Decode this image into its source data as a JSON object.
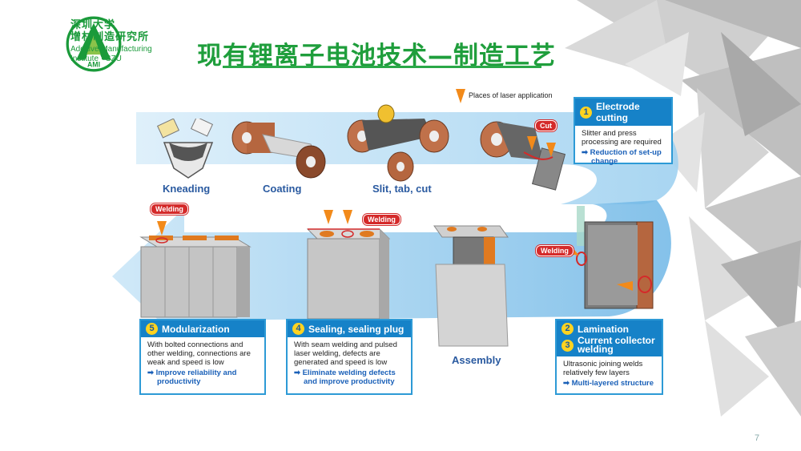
{
  "logo": {
    "badge_text": "AMI",
    "name_cn_line1": "深圳大学",
    "name_cn_line2": "增材制造研究所",
    "name_en_line1": "Additive Manufacturing",
    "name_en_line2": "Institute · SZU"
  },
  "title": "现有锂离子电池技术—制造工艺",
  "legend": "Places of laser application",
  "stages": {
    "kneading": "Kneading",
    "coating": "Coating",
    "slit": "Slit, tab, cut",
    "assembly": "Assembly"
  },
  "tags": {
    "cut": "Cut",
    "welding": "Welding"
  },
  "box1": {
    "num": "1",
    "head": "Electrode cutting",
    "body_l1": "Slitter and press",
    "body_l2": "processing are required",
    "imp_l1": "➡ Reduction of set-up",
    "imp_l2": "change"
  },
  "box23": {
    "num2": "2",
    "head2": "Lamination",
    "num3": "3",
    "head3_l1": "Current collector",
    "head3_l2": "welding",
    "body_l1": "Ultrasonic joining welds",
    "body_l2": "relatively few layers",
    "imp_l1": "➡ Multi-layered structure"
  },
  "box4": {
    "num": "4",
    "head": "Sealing, sealing plug",
    "body_l1": "With seam welding and pulsed",
    "body_l2": "laser welding, defects are",
    "body_l3": "generated and speed is low",
    "imp_l1": "➡ Eliminate welding defects",
    "imp_l2": "and improve productivity"
  },
  "box5": {
    "num": "5",
    "head": "Modularization",
    "body_l1": "With bolted connections and",
    "body_l2": "other welding, connections are",
    "body_l3": "weak and speed is low",
    "imp_l1": "➡ Improve reliability and",
    "imp_l2": "productivity"
  },
  "page_number": "7",
  "colors": {
    "title_green": "#1f9e3c",
    "box_blue": "#1682c8",
    "tag_red": "#d42a2a",
    "laser_orange": "#f28a1a",
    "number_yellow": "#ffd320"
  }
}
